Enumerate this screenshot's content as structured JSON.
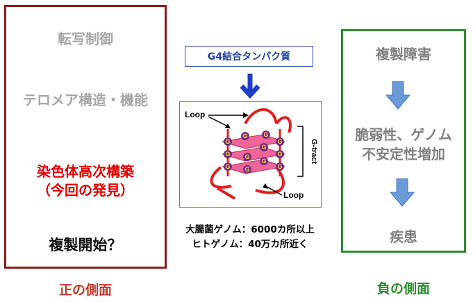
{
  "left_panel": {
    "item1": "転写制御",
    "item2": "テロメア構造・機能",
    "item3_line1": "染色体高次構築",
    "item3_line2": "（今回の発見）",
    "item4": "複製開始？",
    "label": "正の側面"
  },
  "center": {
    "title": "G4結合タンパク質",
    "loop_top": "Loop",
    "loop_bottom": "Loop",
    "gtract": "G-tract",
    "g_letter": "G",
    "caption_line1": "大腸菌ゲノム：6000カ所以上",
    "caption_line2": "ヒトゲノム：40万カ所近く"
  },
  "right_panel": {
    "item1": "複製障害",
    "item2_line1": "脆弱性、ゲノム",
    "item2_line2": "不安定性増加",
    "item3": "疾患",
    "label": "負の側面"
  },
  "colors": {
    "positive": "#8b1a1a",
    "negative": "#2e8b2e",
    "highlight": "#e00000",
    "arrow_blue": "#1f3ec8",
    "arrow_light": "#6a9ad8"
  }
}
